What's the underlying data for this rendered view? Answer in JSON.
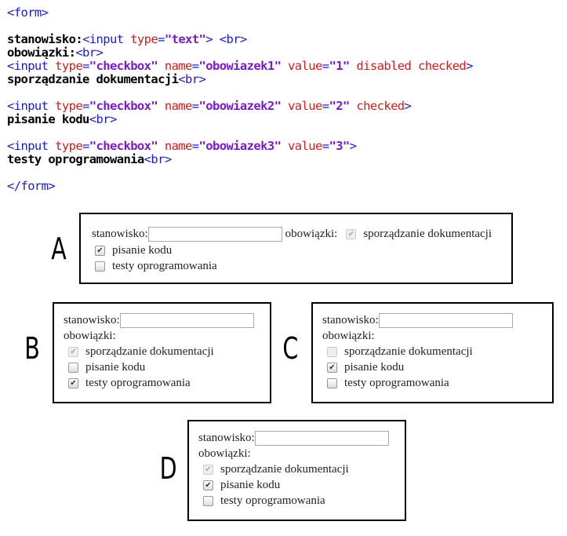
{
  "code": [
    [
      {
        "t": "<form>",
        "c": "tag"
      }
    ],
    [],
    [
      {
        "t": "stanowisko:",
        "c": "txt"
      },
      {
        "t": "<input ",
        "c": "tag"
      },
      {
        "t": "type",
        "c": "attr"
      },
      {
        "t": "=",
        "c": "tag"
      },
      {
        "t": "\"text\"",
        "c": "val"
      },
      {
        "t": "> <br>",
        "c": "tag"
      }
    ],
    [
      {
        "t": "obowiązki:",
        "c": "txt"
      },
      {
        "t": "<br>",
        "c": "tag"
      }
    ],
    [
      {
        "t": "<input ",
        "c": "tag"
      },
      {
        "t": "type",
        "c": "attr"
      },
      {
        "t": "=",
        "c": "tag"
      },
      {
        "t": "\"checkbox\"",
        "c": "val"
      },
      {
        "t": " name",
        "c": "attr"
      },
      {
        "t": "=",
        "c": "tag"
      },
      {
        "t": "\"obowiazek1\"",
        "c": "val"
      },
      {
        "t": " value",
        "c": "attr"
      },
      {
        "t": "=",
        "c": "tag"
      },
      {
        "t": "\"1\"",
        "c": "val"
      },
      {
        "t": " disabled checked",
        "c": "attr"
      },
      {
        "t": ">",
        "c": "tag"
      }
    ],
    [
      {
        "t": "sporządzanie dokumentacji",
        "c": "txt"
      },
      {
        "t": "<br>",
        "c": "tag"
      }
    ],
    [],
    [
      {
        "t": "<input ",
        "c": "tag"
      },
      {
        "t": "type",
        "c": "attr"
      },
      {
        "t": "=",
        "c": "tag"
      },
      {
        "t": "\"checkbox\"",
        "c": "val"
      },
      {
        "t": " name",
        "c": "attr"
      },
      {
        "t": "=",
        "c": "tag"
      },
      {
        "t": "\"obowiazek2\"",
        "c": "val"
      },
      {
        "t": " value",
        "c": "attr"
      },
      {
        "t": "=",
        "c": "tag"
      },
      {
        "t": "\"2\"",
        "c": "val"
      },
      {
        "t": " checked",
        "c": "attr"
      },
      {
        "t": ">",
        "c": "tag"
      }
    ],
    [
      {
        "t": "pisanie kodu",
        "c": "txt"
      },
      {
        "t": "<br>",
        "c": "tag"
      }
    ],
    [],
    [
      {
        "t": "<input ",
        "c": "tag"
      },
      {
        "t": "type",
        "c": "attr"
      },
      {
        "t": "=",
        "c": "tag"
      },
      {
        "t": "\"checkbox\"",
        "c": "val"
      },
      {
        "t": " name",
        "c": "attr"
      },
      {
        "t": "=",
        "c": "tag"
      },
      {
        "t": "\"obowiazek3\"",
        "c": "val"
      },
      {
        "t": " value",
        "c": "attr"
      },
      {
        "t": "=",
        "c": "tag"
      },
      {
        "t": "\"3\"",
        "c": "val"
      },
      {
        "t": ">",
        "c": "tag"
      }
    ],
    [
      {
        "t": "testy oprogramowania",
        "c": "txt"
      },
      {
        "t": "<br>",
        "c": "tag"
      }
    ],
    [],
    [
      {
        "t": "</form>",
        "c": "tag"
      }
    ]
  ],
  "labels": {
    "stanowisko": "stanowisko:",
    "obowiazki": "obowiązki:",
    "opt1": "sporządzanie dokumentacji",
    "opt2": "pisanie kodu",
    "opt3": "testy oprogramowania"
  },
  "options": {
    "A": {
      "letter": "A",
      "checks": [
        [
          true,
          true
        ],
        [
          true,
          false
        ],
        [
          false,
          false
        ]
      ]
    },
    "B": {
      "letter": "B",
      "checks": [
        [
          true,
          true
        ],
        [
          false,
          false
        ],
        [
          true,
          false
        ]
      ]
    },
    "C": {
      "letter": "C",
      "checks": [
        [
          false,
          true
        ],
        [
          true,
          false
        ],
        [
          false,
          false
        ]
      ]
    },
    "D": {
      "letter": "D",
      "checks": [
        [
          true,
          true
        ],
        [
          true,
          false
        ],
        [
          false,
          false
        ]
      ]
    }
  }
}
